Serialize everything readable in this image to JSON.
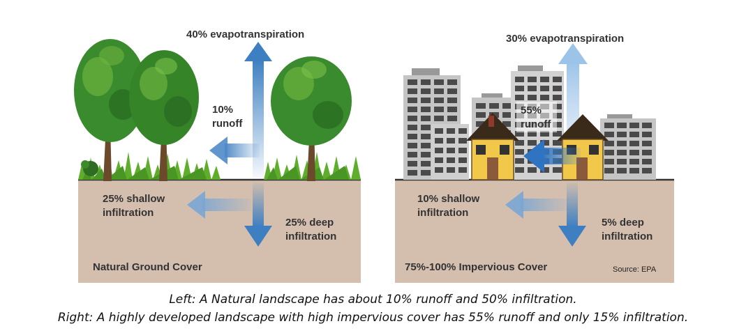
{
  "left_panel": {
    "evapotranspiration": "40% evapotranspiration",
    "runoff_line1": "10%",
    "runoff_line2": "runoff",
    "shallow_line1": "25% shallow",
    "shallow_line2": "infiltration",
    "deep_line1": "25% deep",
    "deep_line2": "infiltration",
    "title": "Natural Ground Cover"
  },
  "right_panel": {
    "evapotranspiration": "30% evapotranspiration",
    "runoff_line1": "55%",
    "runoff_line2": "runoff",
    "shallow_line1": "10% shallow",
    "shallow_line2": "infiltration",
    "deep_line1": "5% deep",
    "deep_line2": "infiltration",
    "title": "75%-100% Impervious Cover",
    "source": "Source: EPA"
  },
  "caption": {
    "line1": "Left: A Natural landscape has about 10% runoff and 50% infiltration.",
    "line2": "Right: A highly developed landscape with high impervious cover has 55% runoff and only 15% infiltration."
  },
  "colors": {
    "soil": "#d4bfae",
    "ground_line": "#333333",
    "arrow_blue": "#3d7fc1",
    "tree_green": "#3a8a2e",
    "grass": "#5fae2b",
    "building": "#c5c5c5",
    "house": "#f2c84b"
  }
}
